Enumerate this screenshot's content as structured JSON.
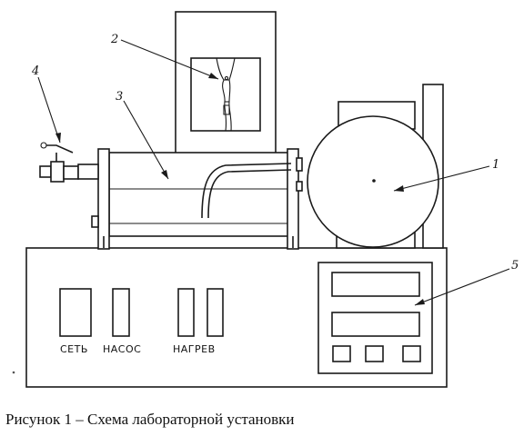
{
  "caption": "Рисунок 1 – Схема лабораторной установки",
  "callouts": {
    "c1": "1",
    "c2": "2",
    "c3": "3",
    "c4": "4",
    "c5": "5"
  },
  "panel_labels": {
    "power": "СЕТЬ",
    "pump": "НАСОС",
    "heating": "НАГРЕВ"
  }
}
